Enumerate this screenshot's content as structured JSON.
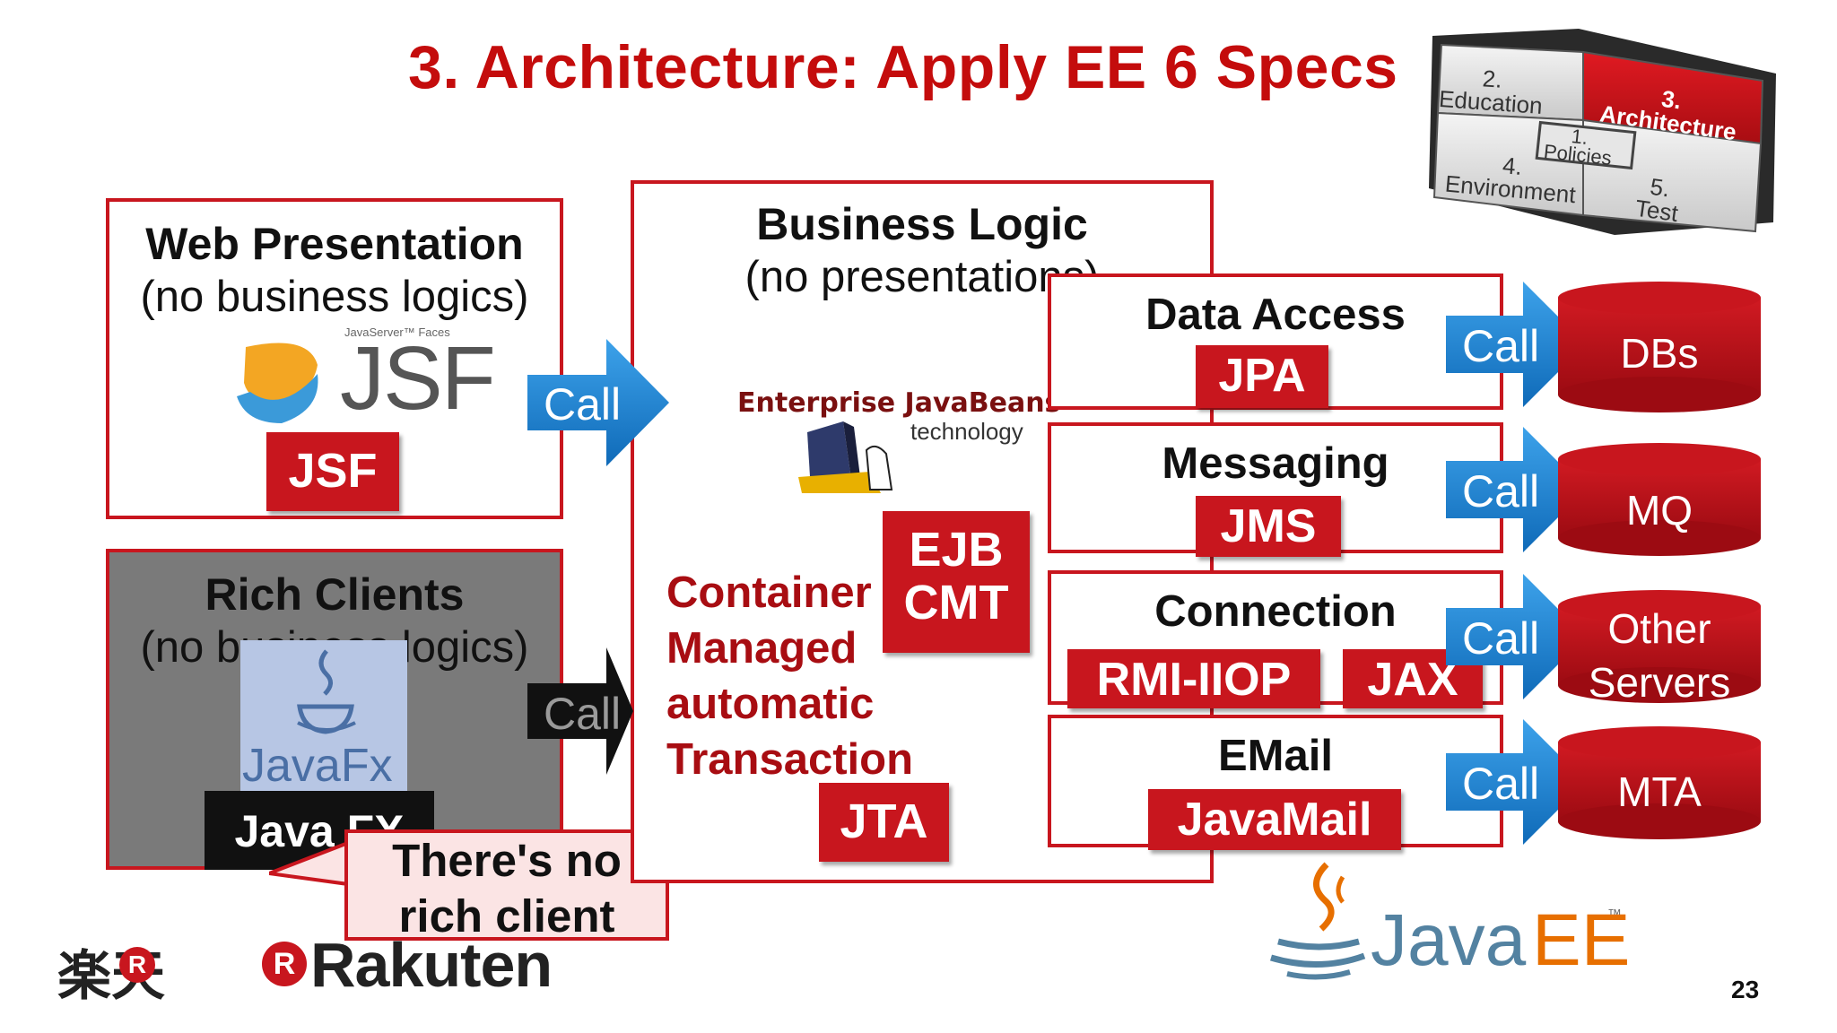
{
  "slide": {
    "title": "3. Architecture: Apply EE 6 Specs",
    "page_number": "23"
  },
  "cube": {
    "education": "2.\nEducation",
    "architecture": "3.\nArchitecture",
    "policies": "1.\nPolicies",
    "environment": "4.\nEnvironment",
    "test": "5.\nTest"
  },
  "web_presentation": {
    "title": "Web Presentation",
    "subtitle": "(no business logics)",
    "logo_caption": "JavaServer™ Faces",
    "logo_text": "JSF",
    "tag": "JSF"
  },
  "rich_clients": {
    "title": "Rich Clients",
    "subtitle": "(no business logics)",
    "logo_text": "JavaFx",
    "tag": "Java FX",
    "callout": "There's no rich client"
  },
  "business_logic": {
    "title": "Business Logic",
    "subtitle": "(no presentations)",
    "ejb_logo_line1": "Enterprise JavaBeans™",
    "ejb_logo_line2": "technology",
    "ejb_tag": "EJB\nCMT",
    "container_text": "Container\nManaged\nautomatic\nTransaction",
    "jta_tag": "JTA"
  },
  "services": [
    {
      "title": "Data Access",
      "tags": [
        "JPA"
      ],
      "call": "Call",
      "target": "DBs"
    },
    {
      "title": "Messaging",
      "tags": [
        "JMS"
      ],
      "call": "Call",
      "target": "MQ"
    },
    {
      "title": "Connection",
      "tags": [
        "RMI-IIOP",
        "JAX"
      ],
      "call": "Call",
      "target": "Other\nServers"
    },
    {
      "title": "EMail",
      "tags": [
        "JavaMail"
      ],
      "call": "Call",
      "target": "MTA"
    }
  ],
  "calls": {
    "web_to_business": "Call",
    "rich_to_business": "Call"
  },
  "footer": {
    "rakuten_jp": "楽天",
    "rakuten_en": "Rakuten",
    "javaee_java": "Java",
    "javaee_ee": "EE",
    "javaee_tm": "™"
  },
  "colors": {
    "brand_red": "#c8161e",
    "title_red": "#c40c0c",
    "call_blue": "#1a86d6",
    "cylinder_red": "#b70e16"
  }
}
